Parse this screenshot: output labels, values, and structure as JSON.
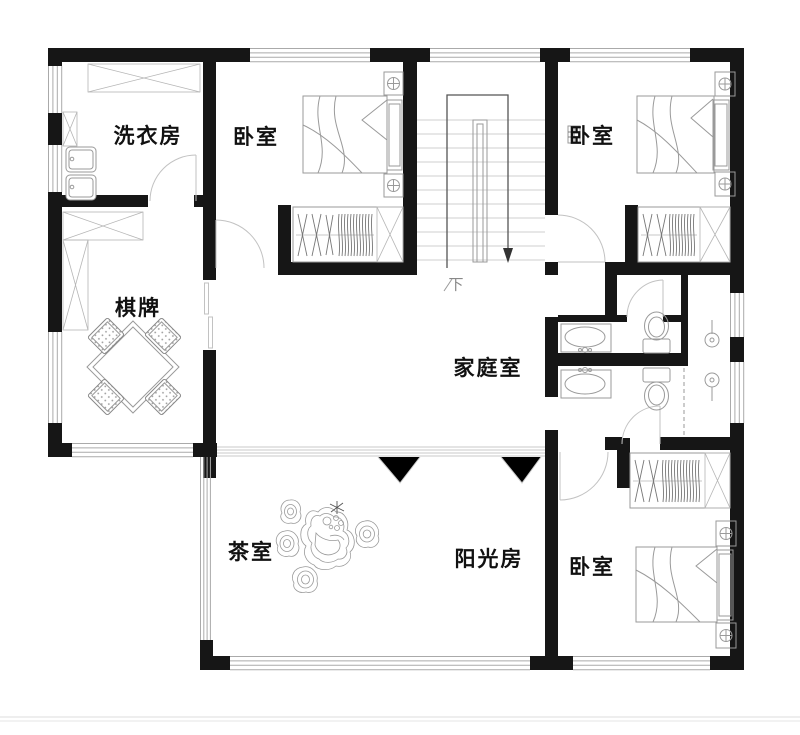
{
  "plan": {
    "background": "#ffffff",
    "wall_color": "#161616",
    "detail_color": "#9a9a9a",
    "window_color": "#aaaaaa",
    "rooms": [
      {
        "id": "laundry-room",
        "label": "洗衣房"
      },
      {
        "id": "bedroom-top-middle",
        "label": "卧室"
      },
      {
        "id": "bedroom-top-right",
        "label": "卧室"
      },
      {
        "id": "games-room",
        "label": "棋牌"
      },
      {
        "id": "family-room",
        "label": "家庭室"
      },
      {
        "id": "tea-room",
        "label": "茶室"
      },
      {
        "id": "sunroom",
        "label": "阳光房"
      },
      {
        "id": "bedroom-bottom-right",
        "label": "卧室"
      }
    ],
    "stairs": {
      "direction_label": "下"
    }
  }
}
